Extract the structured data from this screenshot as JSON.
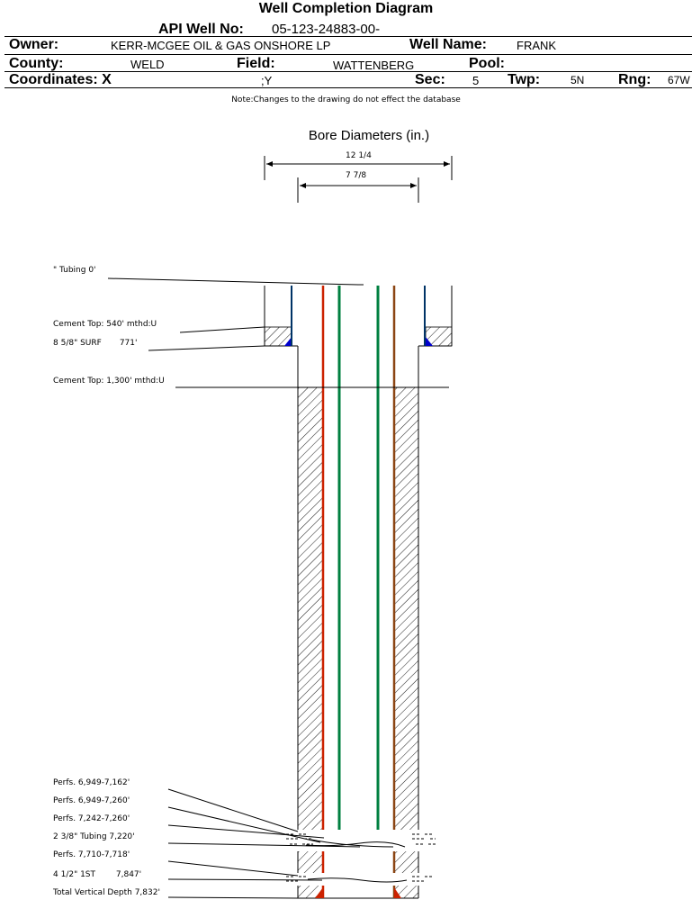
{
  "header": {
    "title": "Well Completion Diagram",
    "api_label": "API Well No:",
    "api_value": "05-123-24883-00-",
    "owner_label": "Owner:",
    "owner_value": "KERR-MCGEE OIL & GAS ONSHORE LP",
    "well_name_label": "Well Name:",
    "well_name_value": "FRANK",
    "county_label": "County:",
    "county_value": "WELD",
    "field_label": "Field:",
    "field_value": "WATTENBERG",
    "pool_label": "Pool:",
    "pool_value": "",
    "coordinates_label": "Coordinates: X",
    "coordinates_y": ";Y",
    "sec_label": "Sec:",
    "sec_value": "5",
    "twp_label": "Twp:",
    "twp_value": "5N",
    "rng_label": "Rng:",
    "rng_value": "67W"
  },
  "note": "Note:Changes to the drawing do not effect the database",
  "bore": {
    "title": "Bore Diameters (in.)",
    "outer": "12 1/4",
    "inner": "7 7/8"
  },
  "labels": {
    "tubing_top": "\" Tubing 0'",
    "cement_top_1": "Cement Top: 540' mthd:U",
    "surf_casing": "8 5/8\" SURF       771'",
    "cement_top_2": "Cement Top: 1,300' mthd:U",
    "perfs_1": "Perfs. 6,949-7,162'",
    "perfs_2": "Perfs. 6,949-7,260'",
    "perfs_3": "Perfs. 7,242-7,260'",
    "tubing": "2 3/8\" Tubing 7,220'",
    "perfs_4": "Perfs. 7,710-7,718'",
    "casing_1st": "4 1/2\" 1ST        7,847'",
    "tvd": "Total Vertical Depth 7,832'"
  },
  "colors": {
    "casing_brown": "#8B4513",
    "casing_red": "#cc2200",
    "tubing_green": "#008040",
    "cement_blue": "#0000cc"
  }
}
